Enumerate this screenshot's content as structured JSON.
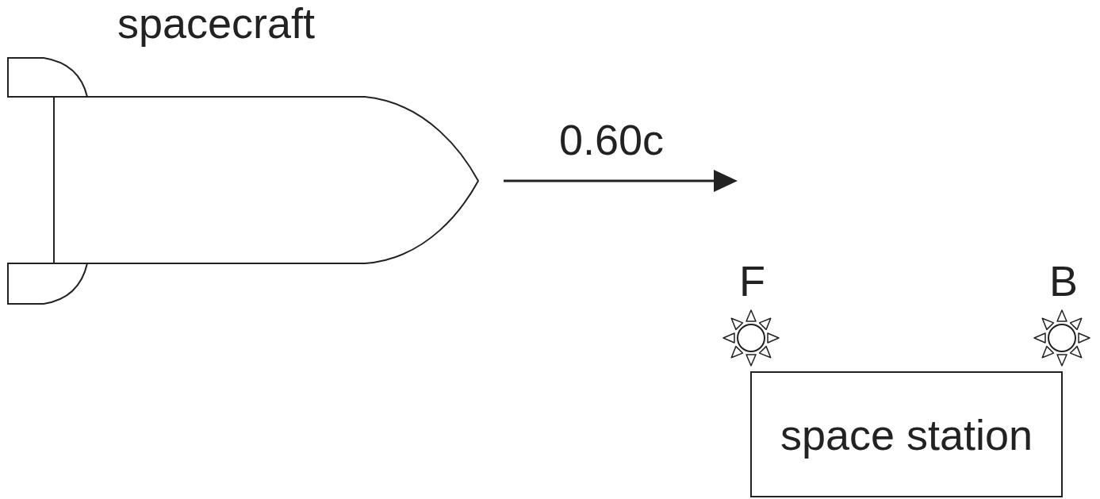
{
  "diagram": {
    "nodes": [
      {
        "text": [
          "spacecraft"
        ]
      },
      {
        "text": [
          "space station"
        ]
      }
    ],
    "labels": [
      "0.60c",
      "F",
      "B"
    ]
  }
}
